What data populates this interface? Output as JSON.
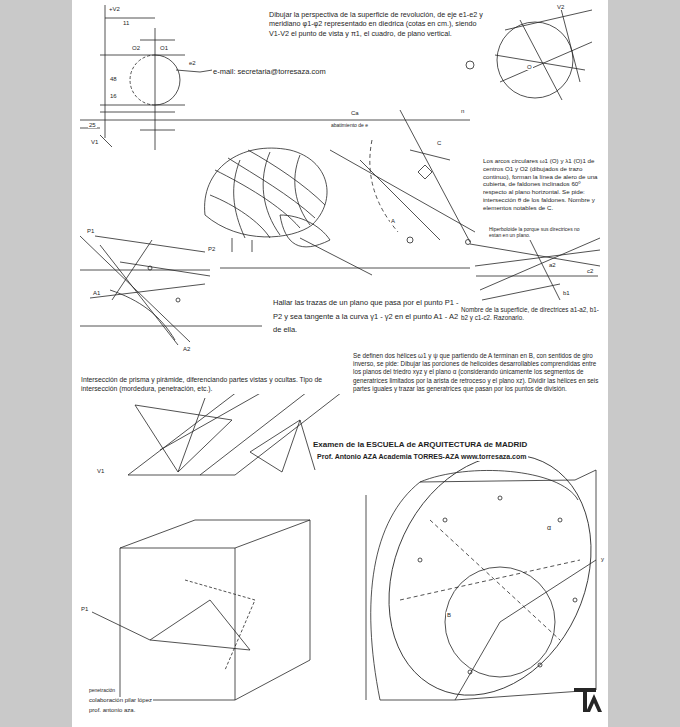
{
  "diagram": {
    "title": "Examen de la ESCUELA de ARQUITECTURA de MADRID",
    "labels": [
      "Dibujar la perspectiva de la superficie de revolución, de eje e1-e2 y meridiano φ1-φ2 representado en diedrica (cotas en cm.), siendo V1-V2 el punto de vista y π1, el cuadro, de plano vertical.",
      "e-mail: secretaria@torresaza.com",
      "Los arcos circulares ω1 (O) y λ1 (O)1 de centros O1 y O2 (dibujados de trazo continuo), forman la línea de alero de una cubierta, de faldones inclinados 60º respecto al plano horizontal. Se pide: intersección θ de los faldones. Nombre y elementos notables de C.",
      "Hiperboloide la porque sus directrices no estan en un plano.",
      "Hallar las trazas de un plano que pasa por el punto P1 - P2 y sea tangente a la curva γ1 - γ2 en el punto A1 - A2 de ella.",
      "Nombre de la superficie, de directrices a1-a2, b1-b2 y c1-c2. Razonarlo.",
      "Intersección de prisma y pirámide, diferenciando partes vistas y ocultas. Tipo de intersección (mordedura, penetración, etc.).",
      "Se definen dos hélices ω1 y ψ que partiendo de A terminan en B, con sentidos de giro inverso, se pide: Dibujar las porciones de helicoides desarrollables comprendidas entre los planos del triedro xyz y el plano α (considerando únicamente los segmentos de generatrices limitados por la arista de retroceso y el plano xz). Dividir las hélices en seis partes iguales y trazar las generatrices que pasan por los puntos de división.",
      "Prof. Antonio AZA  Academia TORRES-AZA  www.torresaza.com",
      "penetración",
      "colaboración pilar lópez",
      "prof. antonio aza.",
      "+V2",
      "11",
      "O2",
      "O1",
      "48",
      "e2",
      "16",
      "25",
      "V1",
      "abatimiento de e",
      "Ca",
      "n",
      "A",
      "C",
      "V2",
      "O",
      "P1",
      "P2",
      "A1",
      "A2",
      "a2",
      "c2",
      "b1",
      "V1",
      "P1",
      "α",
      "B",
      "y"
    ]
  }
}
